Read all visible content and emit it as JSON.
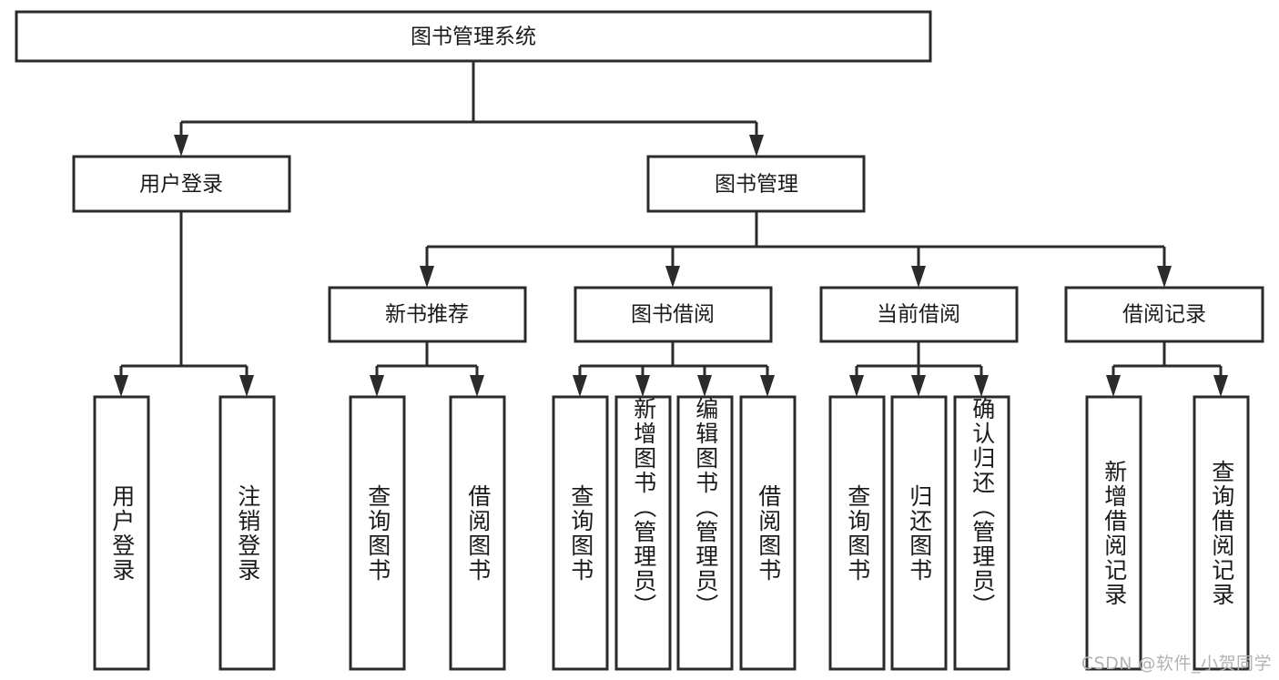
{
  "diagram": {
    "title": "图书管理系统",
    "type": "tree-hierarchy-chart",
    "colors": {
      "box_stroke": "#2b2b2b",
      "box_fill": "#ffffff",
      "connector": "#2b2b2b",
      "text": "#1a1a1a",
      "watermark": "#b3b3b3",
      "background": "#ffffff"
    },
    "root": {
      "label": "图书管理系统",
      "orientation": "horizontal"
    },
    "level2": [
      {
        "label": "用户登录",
        "orientation": "horizontal"
      },
      {
        "label": "图书管理",
        "orientation": "horizontal"
      }
    ],
    "level3": [
      {
        "label": "新书推荐",
        "orientation": "horizontal"
      },
      {
        "label": "图书借阅",
        "orientation": "horizontal"
      },
      {
        "label": "当前借阅",
        "orientation": "horizontal"
      },
      {
        "label": "借阅记录",
        "orientation": "horizontal"
      }
    ],
    "leaves": [
      {
        "label": "用户登录",
        "orientation": "vertical",
        "parent": "用户登录"
      },
      {
        "label": "注销登录",
        "orientation": "vertical",
        "parent": "用户登录"
      },
      {
        "label": "查询图书",
        "orientation": "vertical",
        "parent": "新书推荐"
      },
      {
        "label": "借阅图书",
        "orientation": "vertical",
        "parent": "新书推荐"
      },
      {
        "label": "查询图书",
        "orientation": "vertical",
        "parent": "图书借阅"
      },
      {
        "label": "新增图书（管理员）",
        "orientation": "vertical",
        "parent": "图书借阅"
      },
      {
        "label": "编辑图书（管理员）",
        "orientation": "vertical",
        "parent": "图书借阅"
      },
      {
        "label": "借阅图书",
        "orientation": "vertical",
        "parent": "图书借阅"
      },
      {
        "label": "查询图书",
        "orientation": "vertical",
        "parent": "当前借阅"
      },
      {
        "label": "归还图书",
        "orientation": "vertical",
        "parent": "当前借阅"
      },
      {
        "label": "确认归还（管理员）",
        "orientation": "vertical",
        "parent": "当前借阅"
      },
      {
        "label": "新增借阅记录",
        "orientation": "vertical",
        "parent": "借阅记录"
      },
      {
        "label": "查询借阅记录",
        "orientation": "vertical",
        "parent": "借阅记录"
      }
    ],
    "watermark": "CSDN @软件_小贺同学"
  }
}
